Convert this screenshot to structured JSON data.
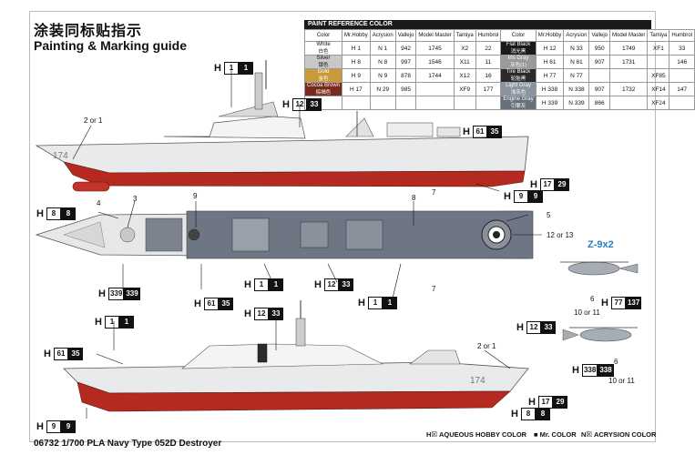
{
  "header": {
    "title_cn": "涂装同标贴指示",
    "title_en": "Painting & Marking guide"
  },
  "paint_table": {
    "title": "PAINT REFERENCE COLOR",
    "headers": [
      "Color",
      "Mr.Hobby",
      "Acrysion",
      "Vallejo",
      "Model Master",
      "Tamiya",
      "Humbrol"
    ],
    "left": [
      {
        "name": "White",
        "cn": "白色",
        "h": "1",
        "n": "1",
        "v": "942",
        "mm": "1745",
        "t": "X2",
        "hu": "22",
        "color": "#ffffff"
      },
      {
        "name": "Silver",
        "cn": "银色",
        "h": "8",
        "n": "8",
        "v": "997",
        "mm": "1546",
        "t": "X11",
        "hu": "11",
        "color": "#c8c8c8"
      },
      {
        "name": "Gold",
        "cn": "金色",
        "h": "9",
        "n": "9",
        "v": "878",
        "mm": "1744",
        "t": "X12",
        "hu": "16",
        "color": "#c89a3a"
      },
      {
        "name": "Cocoa Brown",
        "cn": "棕褐色",
        "h": "17",
        "n": "29",
        "v": "985",
        "mm": "",
        "t": "XF9",
        "hu": "177",
        "color": "#7a2a1a"
      }
    ],
    "right": [
      {
        "name": "Flat Black",
        "cn": "消光黑",
        "h": "12",
        "n": "33",
        "v": "950",
        "mm": "1749",
        "t": "XF1",
        "hu": "33",
        "color": "#1a1a1a"
      },
      {
        "name": "Iris Gray",
        "cn": "灰色(1)",
        "h": "61",
        "n": "61",
        "v": "907",
        "mm": "1731",
        "t": "",
        "hu": "146",
        "color": "#9a9a9a"
      },
      {
        "name": "Tire Black",
        "cn": "轮胎黑",
        "h": "77",
        "n": "77",
        "v": "",
        "mm": "",
        "t": "XF85",
        "hu": "",
        "color": "#2a2a2a"
      },
      {
        "name": "Light Gray",
        "cn": "浅灰色",
        "h": "338",
        "n": "338",
        "v": "907",
        "mm": "1732",
        "t": "XF14",
        "hu": "147",
        "color": "#8a93a0"
      },
      {
        "name": "Engine Gray",
        "cn": "引擎灰",
        "h": "339",
        "n": "339",
        "v": "866",
        "mm": "",
        "t": "XF24",
        "hu": "",
        "color": "#6a707a"
      }
    ]
  },
  "callouts": {
    "c1": {
      "l": "H",
      "a": "1",
      "b": "1"
    },
    "c2": {
      "l": "H",
      "a": "12",
      "b": "33"
    },
    "c3": {
      "l": "H",
      "a": "61",
      "b": "35"
    },
    "c4": {
      "l": "H",
      "a": "17",
      "b": "29"
    },
    "c5": {
      "l": "H",
      "a": "9",
      "b": "9"
    },
    "c6": {
      "l": "H",
      "a": "8",
      "b": "8"
    },
    "c7": {
      "l": "H",
      "a": "339",
      "b": "339"
    },
    "c8": {
      "l": "H",
      "a": "61",
      "b": "35"
    },
    "c9": {
      "l": "H",
      "a": "1",
      "b": "1"
    },
    "c10": {
      "l": "H",
      "a": "12",
      "b": "33"
    },
    "c11": {
      "l": "H",
      "a": "1",
      "b": "1"
    },
    "c12": {
      "l": "H",
      "a": "1",
      "b": "1"
    },
    "c13": {
      "l": "H",
      "a": "12",
      "b": "33"
    },
    "c14": {
      "l": "H",
      "a": "61",
      "b": "35"
    },
    "c15": {
      "l": "H",
      "a": "17",
      "b": "29"
    },
    "c16": {
      "l": "H",
      "a": "8",
      "b": "8"
    },
    "c17": {
      "l": "H",
      "a": "9",
      "b": "9"
    },
    "c18": {
      "l": "H",
      "a": "77",
      "b": "137"
    },
    "c19": {
      "l": "H",
      "a": "12",
      "b": "33"
    },
    "c20": {
      "l": "H",
      "a": "338",
      "b": "338"
    }
  },
  "numbers": {
    "n2or1a": "2 or 1",
    "n2or1b": "2 or 1",
    "n4": "4",
    "n3": "3",
    "n9": "9",
    "n8": "8",
    "n7a": "7",
    "n7b": "7",
    "n5": "5",
    "n12or13": "12 or 13",
    "n6a": "6",
    "n10or11a": "10 or 11",
    "n6b": "6",
    "n10or11b": "10 or 11",
    "n174a": "174",
    "n174b": "174"
  },
  "heli": {
    "title": "Z-9x2"
  },
  "legend": {
    "h": "AQUEOUS HOBBY COLOR",
    "m": "Mr. COLOR",
    "n": "ACRYSION COLOR"
  },
  "footer": "06732 1/700 PLA Navy Type 052D Destroyer"
}
